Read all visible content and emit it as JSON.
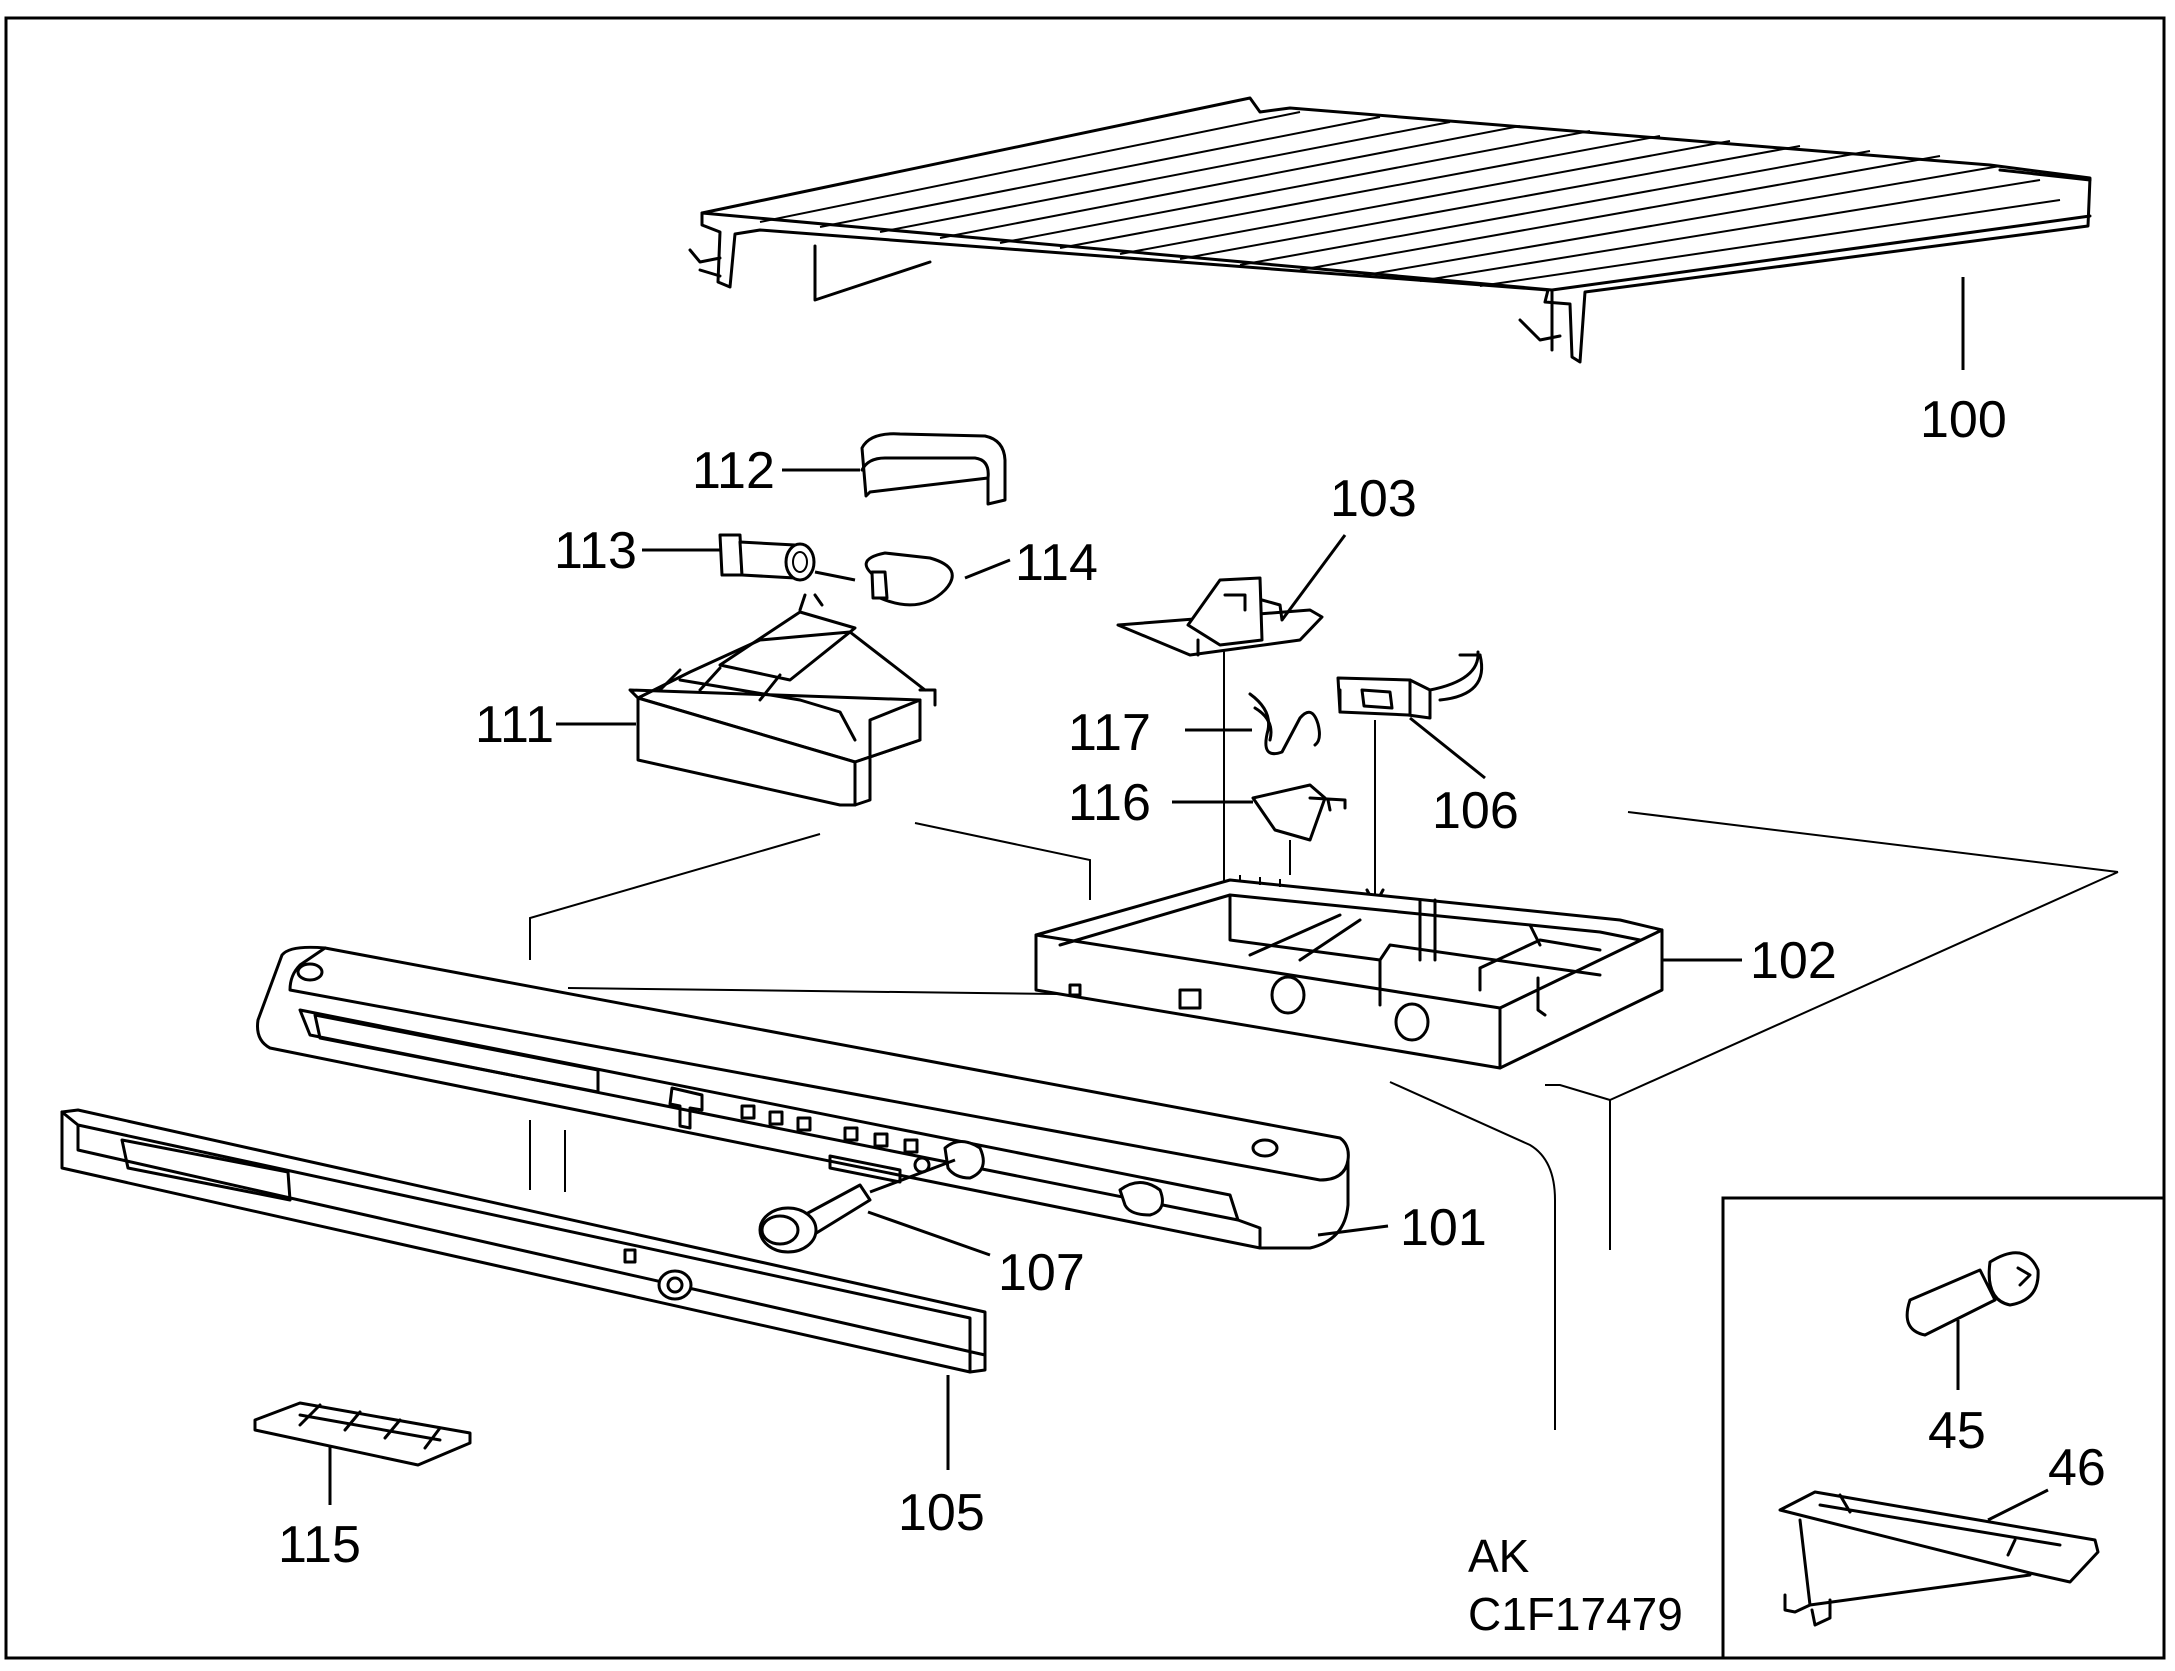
{
  "diagram": {
    "part_numbers": {
      "p100": "100",
      "p101": "101",
      "p102": "102",
      "p103": "103",
      "p105": "105",
      "p106": "106",
      "p107": "107",
      "p111": "111",
      "p112": "112",
      "p113": "113",
      "p114": "114",
      "p115": "115",
      "p116": "116",
      "p117": "117",
      "p45": "45",
      "p46": "46"
    },
    "code_line1": "AK",
    "code_line2": "C1F17479"
  }
}
